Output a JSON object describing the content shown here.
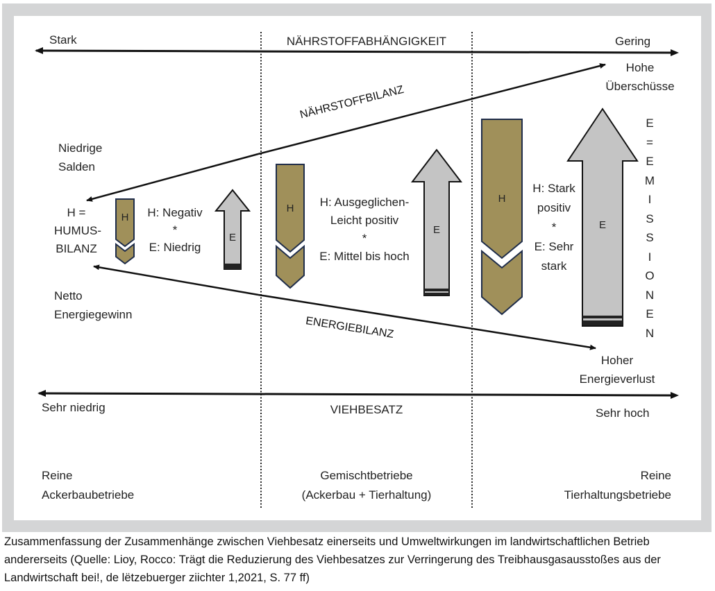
{
  "colors": {
    "humus_fill": "#a0905a",
    "humus_border": "#1f2d4a",
    "emission_fill": "#c4c4c4",
    "frame": "#d4d5d6"
  },
  "axes": {
    "top": {
      "title": "NÄHRSTOFFABHÄNGIGKEIT",
      "left": "Stark",
      "right": "Gering"
    },
    "bottom": {
      "title": "VIEHBESATZ",
      "left": "Sehr niedrig",
      "right": "Sehr hoch"
    }
  },
  "balances": {
    "nutrient": {
      "label": "NÄHRSTOFFBILANZ",
      "left_l1": "Niedrige",
      "left_l2": "Salden",
      "right_l1": "Hohe",
      "right_l2": "Überschüsse"
    },
    "energy": {
      "label": "ENERGIEBILANZ",
      "left_l1": "Netto",
      "left_l2": "Energiegewinn",
      "right_l1": "Hoher",
      "right_l2": "Energieverlust"
    }
  },
  "humus_legend": {
    "l1": "H =",
    "l2": "HUMUS-",
    "l3": "BILANZ"
  },
  "emission_legend": [
    "E",
    "=",
    "E",
    "M",
    "I",
    "S",
    "S",
    "I",
    "O",
    "N",
    "E",
    "N"
  ],
  "arrow_letters": {
    "humus": "H",
    "emission": "E"
  },
  "columns": [
    {
      "name": "Ackerbau",
      "humus_text_l1": "H: Negativ",
      "separator": "*",
      "emission_text": "E: Niedrig",
      "label_l1": "Reine",
      "label_l2": "Ackerbaubetriebe"
    },
    {
      "name": "Gemischt",
      "humus_text_l1": "H: Ausgeglichen-",
      "humus_text_l2": "Leicht positiv",
      "separator": "*",
      "emission_text": "E: Mittel bis hoch",
      "label_l1": "Gemischtbetriebe",
      "label_l2": "(Ackerbau + Tierhaltung)"
    },
    {
      "name": "Tierhaltung",
      "humus_text_l1": "H: Stark",
      "humus_text_l2": "positiv",
      "separator": "*",
      "emission_text_l1": "E: Sehr",
      "emission_text_l2": "stark",
      "label_l1": "Reine",
      "label_l2": "Tierhaltungsbetriebe"
    }
  ],
  "caption": "Zusammenfassung der Zusammenhänge zwischen Viehbesatz einerseits und Umweltwirkungen im landwirtschaftlichen Betrieb andererseits (Quelle: Lioy, Rocco: Trägt die Reduzierung des Viehbesatzes zur Verringerung des Treibhausgasausstoßes aus der Landwirtschaft bei!, de lëtzebuerger ziichter 1,2021, S. 77 ff)"
}
